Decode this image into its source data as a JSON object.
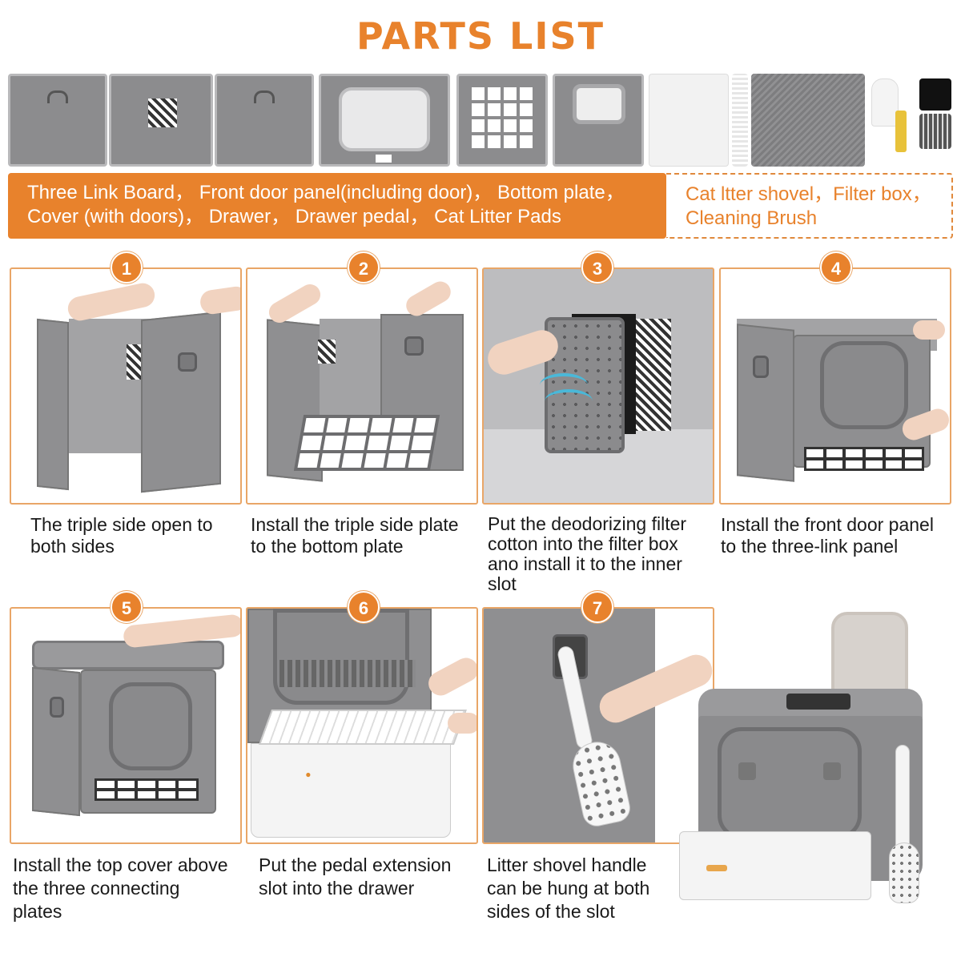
{
  "colors": {
    "accent": "#e8822c",
    "panel_gray": "#8c8c8e",
    "step_border": "#e9a667",
    "text_dark": "#1a1a1a"
  },
  "title": "PARTS LIST",
  "parts_banner": {
    "included_line1": "Three Link Board，  Front door panel(including door)，  Bottom plate，",
    "included_line2": "Cover (with doors)，  Drawer，  Drawer pedal，  Cat Litter Pads",
    "accessories_line1": "Cat ltter  shovel，Filter box，",
    "accessories_line2": "Cleaning Brush"
  },
  "steps": [
    {
      "number": "1",
      "caption_line1": "The triple side open to",
      "caption_line2": "both sides",
      "caption_line3": "",
      "caption_line4": ""
    },
    {
      "number": "2",
      "caption_line1": "Install the triple side plate",
      "caption_line2": "to the bottom plate",
      "caption_line3": "",
      "caption_line4": ""
    },
    {
      "number": "3",
      "caption_line1": "Put the deodorizing filter",
      "caption_line2": "cotton into the filter box",
      "caption_line3": "ano install it to the inner",
      "caption_line4": "slot"
    },
    {
      "number": "4",
      "caption_line1": "Install the front door panel",
      "caption_line2": "to the three-link panel",
      "caption_line3": "",
      "caption_line4": ""
    },
    {
      "number": "5",
      "caption_line1": "Install the top cover above",
      "caption_line2": "the three connecting",
      "caption_line3": "plates",
      "caption_line4": ""
    },
    {
      "number": "6",
      "caption_line1": "Put the pedal extension",
      "caption_line2": "slot into the drawer",
      "caption_line3": "",
      "caption_line4": ""
    },
    {
      "number": "7",
      "caption_line1": "Litter shovel handle",
      "caption_line2": "can be hung at both",
      "caption_line3": "sides of the slot",
      "caption_line4": ""
    }
  ]
}
